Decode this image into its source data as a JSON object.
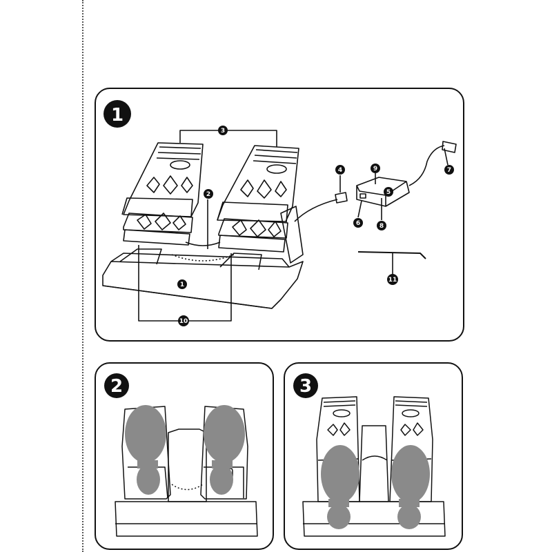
{
  "panels": [
    {
      "number": "1"
    },
    {
      "number": "2"
    },
    {
      "number": "3"
    }
  ],
  "callouts": {
    "c1": "1",
    "c2": "2",
    "c3": "3",
    "c4": "4",
    "c5": "5",
    "c6": "6",
    "c7": "7",
    "c8": "8",
    "c9": "9",
    "c10": "10",
    "c11": "11"
  },
  "colors": {
    "line": "#111111",
    "footprint": "#8a8a8a",
    "badge": "#111111"
  }
}
